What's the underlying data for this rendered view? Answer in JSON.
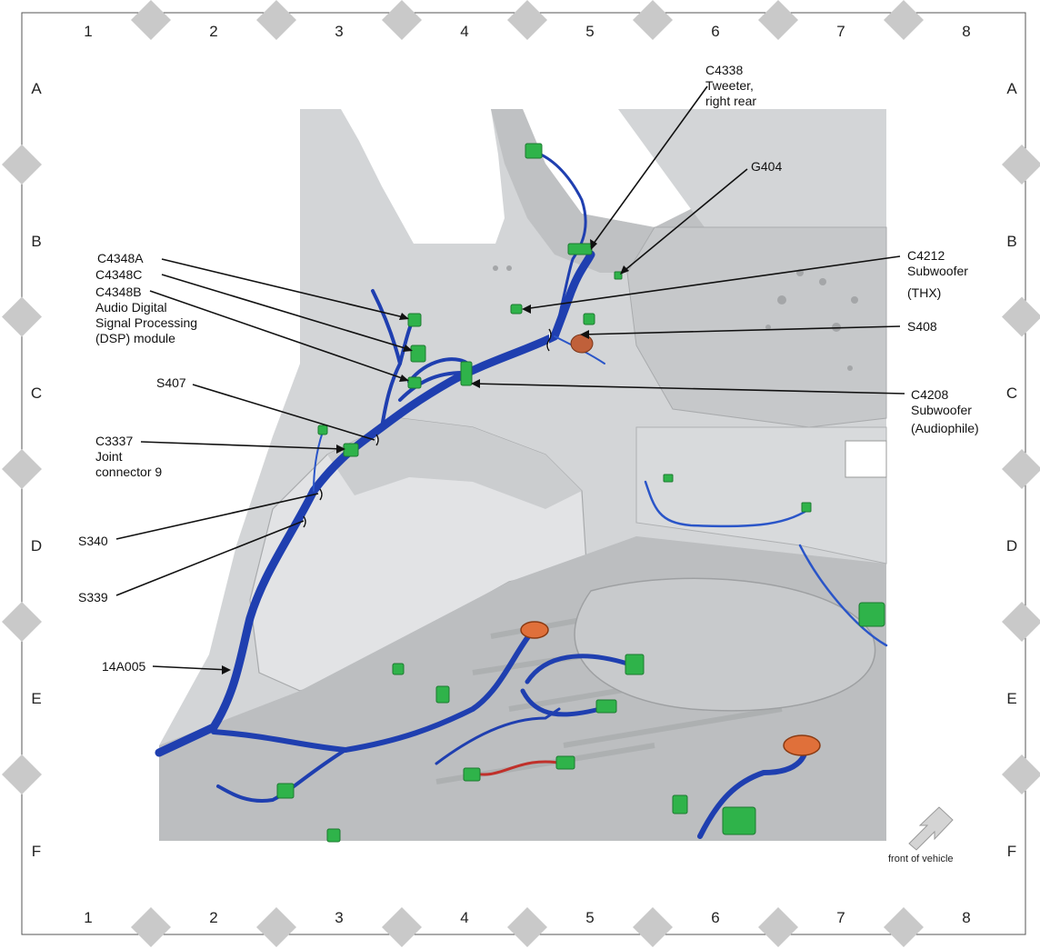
{
  "grid": {
    "columns": [
      "1",
      "2",
      "3",
      "4",
      "5",
      "6",
      "7",
      "8"
    ],
    "rows": [
      "A",
      "B",
      "C",
      "D",
      "E",
      "F"
    ]
  },
  "callouts": {
    "c4338": [
      "C4338",
      "Tweeter,",
      "right rear"
    ],
    "g404": "G404",
    "c4212": [
      "C4212",
      "Subwoofer",
      "(THX)"
    ],
    "s408": "S408",
    "c4208": [
      "C4208",
      "Subwoofer",
      "(Audiophile)"
    ],
    "c4348a": "C4348A",
    "c4348c": "C4348C",
    "c4348b": [
      "C4348B",
      "Audio Digital",
      "Signal Processing",
      "(DSP) module"
    ],
    "s407": "S407",
    "c3337": [
      "C3337",
      "Joint",
      "connector 9"
    ],
    "s340": "S340",
    "s339": "S339",
    "harness": "14A005"
  },
  "front_of_vehicle": "front of vehicle",
  "colors": {
    "harness_blue": "#1f3fb0",
    "connector_green": "#2fb34a",
    "grommet_orange": "#e0703a",
    "body_gray": "#cfd1d3",
    "wire_red": "#c0302a",
    "diamond_gray": "#c9c9c9"
  }
}
